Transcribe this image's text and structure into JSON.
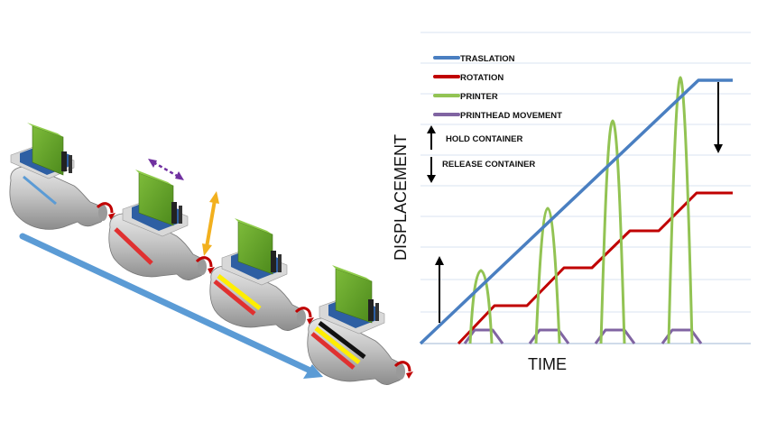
{
  "legend": [
    {
      "label": "TRASLATION",
      "color": "#4a7fc1",
      "kind": "line"
    },
    {
      "label": "ROTATION",
      "color": "#c00000",
      "kind": "line"
    },
    {
      "label": "PRINTER",
      "color": "#92c353",
      "kind": "line"
    },
    {
      "label": "PRINTHEAD MOVEMENT",
      "color": "#8064a2",
      "kind": "line"
    },
    {
      "label": "HOLD CONTAINER",
      "color": "#000000",
      "kind": "arrow-up"
    },
    {
      "label": "RELEASE CONTAINER",
      "color": "#000000",
      "kind": "arrow-down"
    }
  ],
  "chart": {
    "xlabel": "TIME",
    "ylabel": "DISPLACEMENT"
  },
  "colors": {
    "translation_arrow": "#5b9bd5",
    "printhead_board": "#6aaa2a",
    "printhead_base": "#2e5fa3",
    "bottle": "#bfbfbf",
    "rotation_arrow": "#c00000",
    "printhead_arrow": "#7030a0",
    "vertical_arrow": "#f2b01e",
    "stripe_red": "#e03030",
    "stripe_yellow": "#ffee00",
    "stripe_black": "#111111"
  }
}
